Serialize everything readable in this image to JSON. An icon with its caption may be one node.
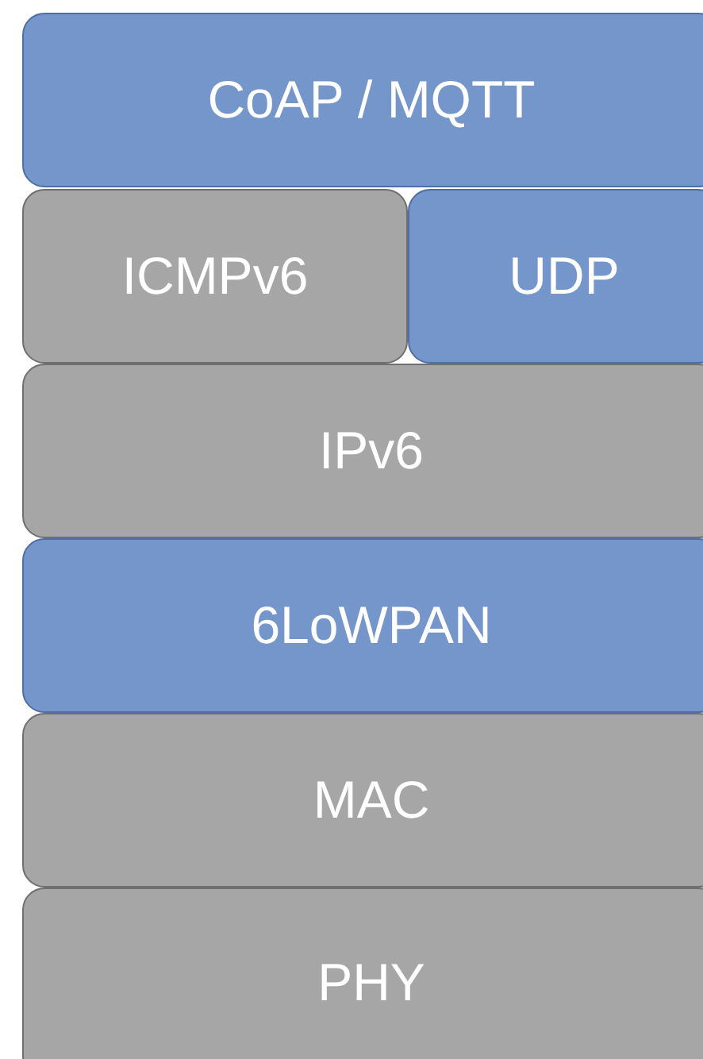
{
  "diagram": {
    "nodes": [
      {
        "text": [
          "CoAP / MQTT"
        ]
      },
      {
        "text": [
          "ICMPv6"
        ]
      },
      {
        "text": [
          "UDP"
        ]
      },
      {
        "text": [
          "IPv6"
        ]
      },
      {
        "text": [
          "6LoWPAN"
        ]
      },
      {
        "text": [
          "MAC"
        ]
      },
      {
        "text": [
          "PHY"
        ]
      }
    ]
  }
}
